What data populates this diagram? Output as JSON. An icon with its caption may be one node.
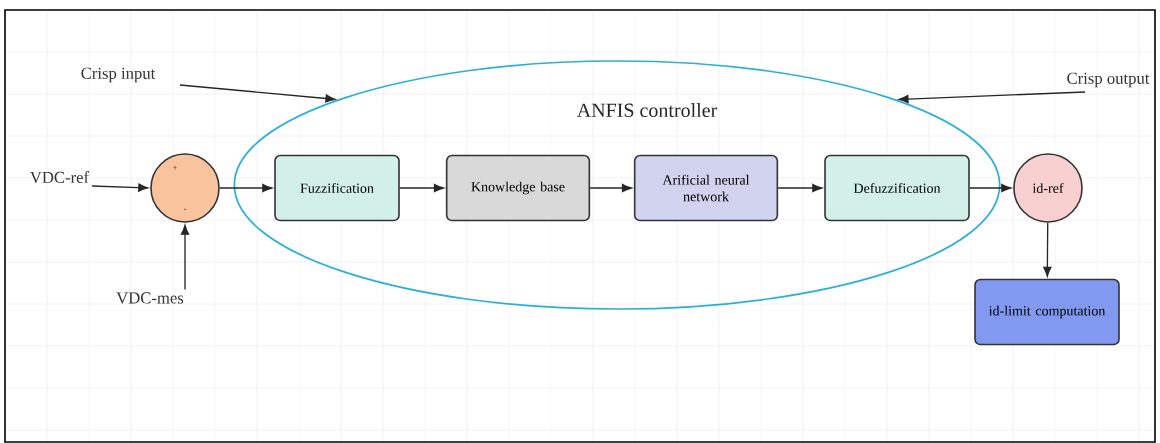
{
  "diagram": {
    "nodes": [
      {
        "text": [
          "ANFIS controller"
        ]
      },
      {
        "text": [
          "VDC-ref"
        ]
      },
      {
        "text": [
          "VDC-mes"
        ]
      },
      {
        "text": [
          "Crisp input"
        ]
      },
      {
        "text": [
          "+",
          "-"
        ]
      },
      {
        "text": [
          "Fuzzification"
        ],
        "in": 0
      },
      {
        "text": [
          "Knowledge base"
        ],
        "in": 0
      },
      {
        "text": [
          "Arificial neural network"
        ],
        "in": 0
      },
      {
        "text": [
          "Defuzzification"
        ],
        "in": 0
      },
      {
        "text": [
          "Crisp output"
        ]
      },
      {
        "text": [
          "id-ref"
        ]
      },
      {
        "text": [
          "id-limit computation"
        ]
      }
    ],
    "edges": [
      {
        "from": 1,
        "to": 4,
        "arrow": "to"
      },
      {
        "from": 2,
        "to": 4,
        "arrow": "to"
      },
      {
        "from": 4,
        "to": 5,
        "arrow": "to"
      },
      {
        "from": 5,
        "to": 6,
        "arrow": "to"
      },
      {
        "from": 6,
        "to": 7,
        "arrow": "to"
      },
      {
        "from": 7,
        "to": 8,
        "arrow": "to"
      },
      {
        "from": 8,
        "to": 10,
        "arrow": "to"
      },
      {
        "from": 10,
        "to": 11,
        "arrow": "to"
      },
      {
        "from": 3,
        "to": 0,
        "arrow": "to"
      },
      {
        "from": 9,
        "to": 0,
        "arrow": "to"
      }
    ]
  }
}
